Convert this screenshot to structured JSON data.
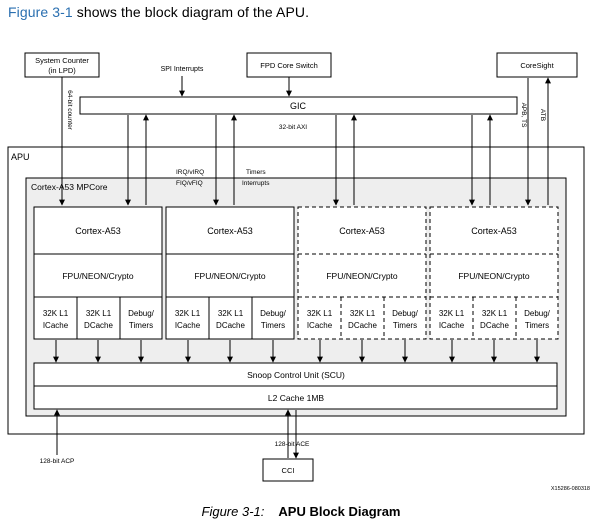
{
  "intro": {
    "figure_ref": "Figure 3-1",
    "text": " shows the block diagram of the APU."
  },
  "blocks": {
    "system_counter_line1": "System Counter",
    "system_counter_line2": "(in LPD)",
    "fpd_core_switch": "FPD Core Switch",
    "coresight": "CoreSight",
    "gic": "GIC",
    "apu": "APU",
    "mpcore": "Cortex-A53 MPCore",
    "scu": "Snoop Control Unit (SCU)",
    "l2": "L2 Cache 1MB",
    "cci": "CCI"
  },
  "labels": {
    "spi_interrupts": "SPI Interrupts",
    "counter_64bit": "64-bit counter",
    "axi_32bit": "32-bit AXI",
    "atb": "ATB",
    "apb_ts": "APB, TS",
    "irq": "IRQ/vIRQ",
    "fiq": "FIQ/vFIQ",
    "timers": "Timers",
    "interrupts": "Interrupts",
    "acp": "128-bit ACP",
    "ace": "128-bit ACE",
    "figure_id": "X15286-080318"
  },
  "cores": [
    {
      "name": "Cortex-A53",
      "fpu": "FPU/NEON/Crypto",
      "icache": [
        "32K L1",
        "ICache"
      ],
      "dcache": [
        "32K L1",
        "DCache"
      ],
      "debug": [
        "Debug/",
        "Timers"
      ],
      "dashed": false
    },
    {
      "name": "Cortex-A53",
      "fpu": "FPU/NEON/Crypto",
      "icache": [
        "32K L1",
        "ICache"
      ],
      "dcache": [
        "32K L1",
        "DCache"
      ],
      "debug": [
        "Debug/",
        "Timers"
      ],
      "dashed": false
    },
    {
      "name": "Cortex-A53",
      "fpu": "FPU/NEON/Crypto",
      "icache": [
        "32K L1",
        "ICache"
      ],
      "dcache": [
        "32K L1",
        "DCache"
      ],
      "debug": [
        "Debug/",
        "Timers"
      ],
      "dashed": true
    },
    {
      "name": "Cortex-A53",
      "fpu": "FPU/NEON/Crypto",
      "icache": [
        "32K L1",
        "ICache"
      ],
      "dcache": [
        "32K L1",
        "DCache"
      ],
      "debug": [
        "Debug/",
        "Timers"
      ],
      "dashed": true
    }
  ],
  "caption": {
    "number": "Figure 3-1:",
    "title": "APU Block Diagram"
  }
}
